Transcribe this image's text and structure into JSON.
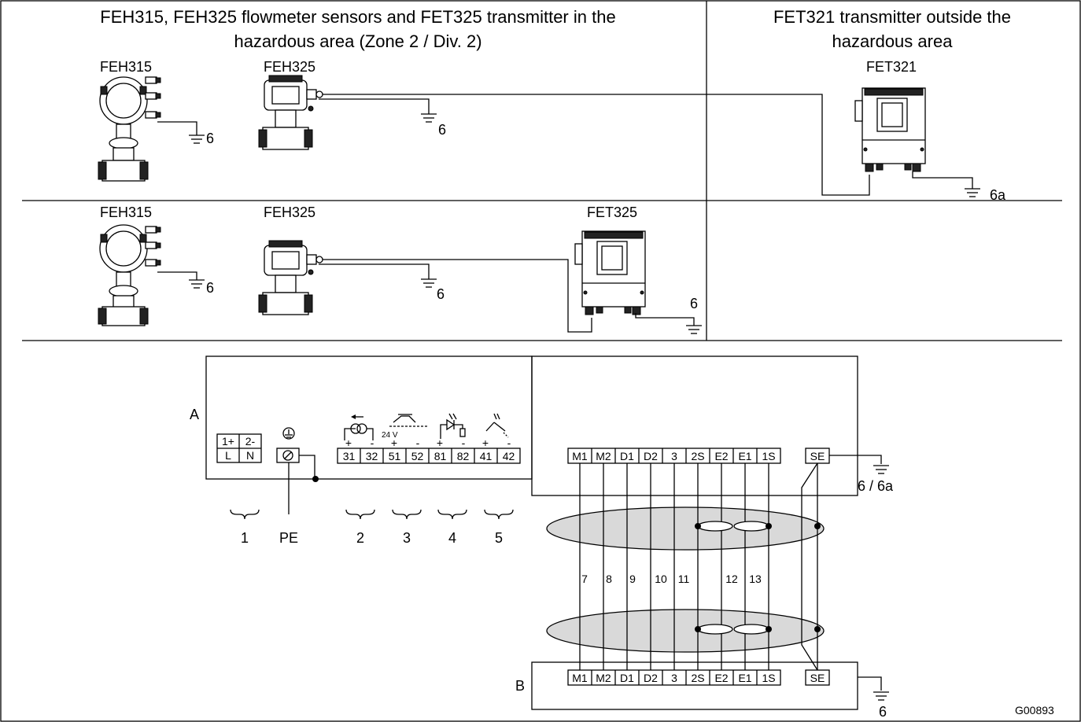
{
  "headers": {
    "left_line1": "FEH315, FEH325 flowmeter sensors and FET325 transmitter in the",
    "left_line2": "hazardous area (Zone 2 / Div. 2)",
    "right_line1": "FET321 transmitter outside the",
    "right_line2": "hazardous area"
  },
  "devices": {
    "feh315": "FEH315",
    "feh325": "FEH325",
    "fet321": "FET321",
    "fet325": "FET325"
  },
  "ground_labels": {
    "g6": "6",
    "g6a": "6a",
    "g6_6a": "6 / 6a"
  },
  "wiring": {
    "unit_a": "A",
    "unit_b": "B",
    "power_terminals_top": [
      "1+",
      "2-"
    ],
    "power_terminals_bottom": [
      "L",
      "N"
    ],
    "signal_terminals": [
      "31",
      "32",
      "51",
      "52",
      "81",
      "82",
      "41",
      "42"
    ],
    "plus": "+",
    "minus": "-",
    "volt_label": "24 V",
    "group_labels": [
      "1",
      "PE",
      "2",
      "3",
      "4",
      "5"
    ],
    "connector_terminals": [
      "M1",
      "M2",
      "D1",
      "D2",
      "3",
      "2S",
      "E2",
      "E1",
      "1S"
    ],
    "se_terminal": "SE",
    "cable_numbers": [
      "7",
      "8",
      "9",
      "10",
      "11",
      "12",
      "13"
    ],
    "figure_id": "G00893"
  },
  "colors": {
    "line": "#000000",
    "cable_fill": "#d9d9d9",
    "background": "#ffffff"
  }
}
